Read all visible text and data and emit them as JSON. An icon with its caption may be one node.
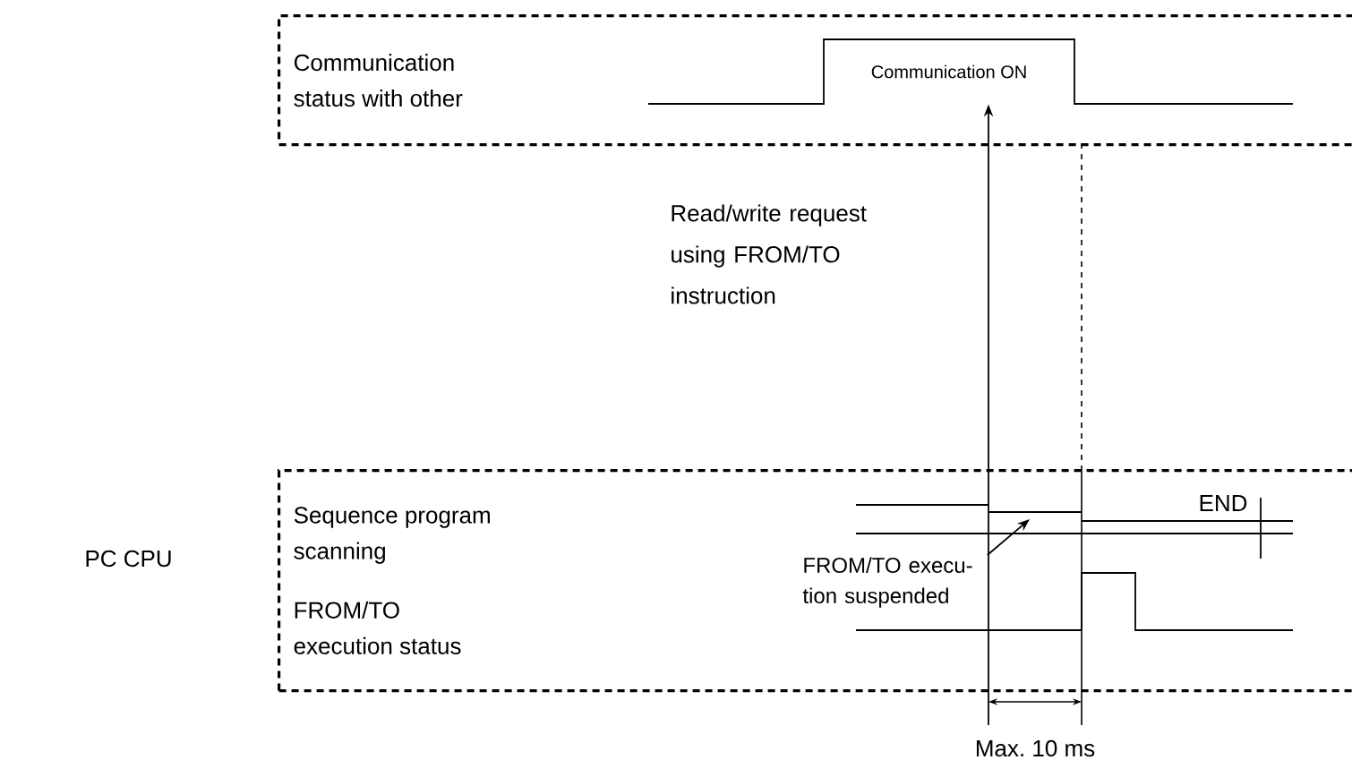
{
  "diagram": {
    "nodes": [
      {
        "text": [
          "Communication status with other"
        ]
      },
      {
        "text": [
          "Communication ON"
        ],
        "in": 0
      },
      {
        "text": [
          "Sequence program scanning",
          "FROM/TO execution status"
        ]
      },
      {
        "text": [
          "FROM/TO execu-tion suspended"
        ],
        "in": 2
      }
    ],
    "edges": [
      {
        "from": 2,
        "to": 1,
        "arrow": "to"
      },
      {
        "from": 3,
        "to": null,
        "arrow": "to"
      }
    ],
    "labels": [
      "PC CPU",
      "Read/write request using FROM/TO instruction",
      "END",
      "Max. 10 ms"
    ]
  }
}
